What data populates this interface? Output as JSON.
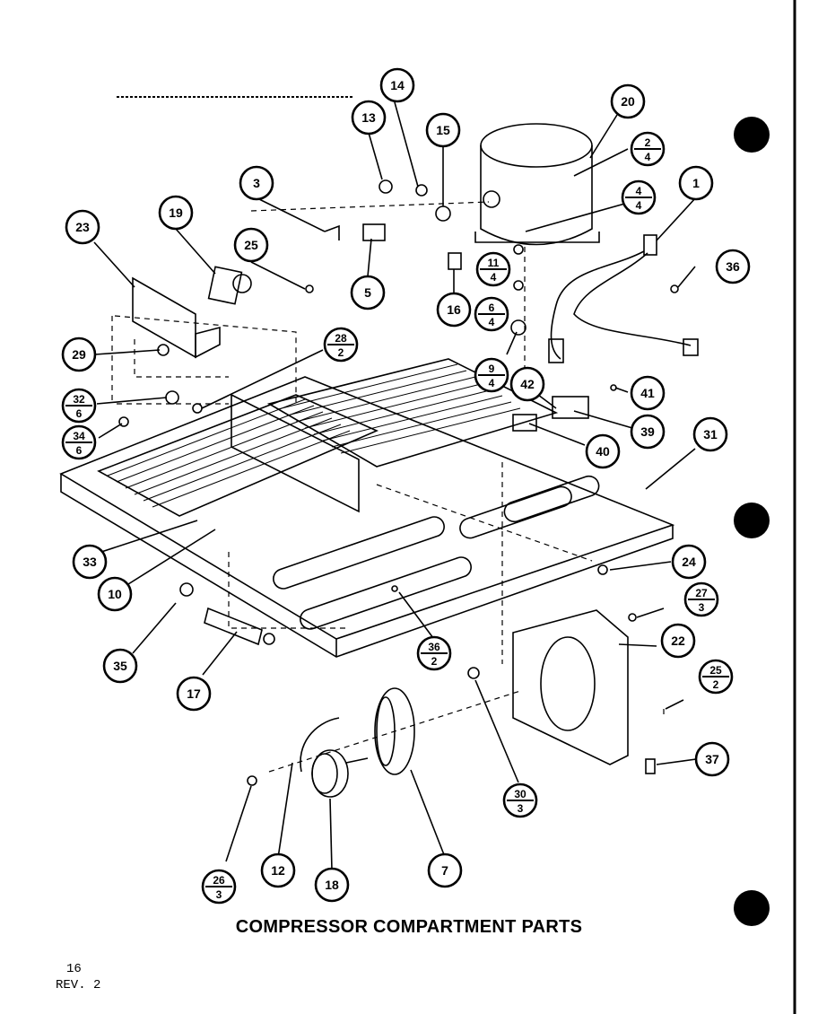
{
  "title": "COMPRESSOR COMPARTMENT PARTS",
  "page_number": "16",
  "revision": "REV. 2",
  "callouts": [
    {
      "id": "c1",
      "label": "1"
    },
    {
      "id": "c2",
      "label": "2",
      "sub": "4"
    },
    {
      "id": "c3",
      "label": "3"
    },
    {
      "id": "c4",
      "label": "4",
      "sub": "4"
    },
    {
      "id": "c5",
      "label": "5"
    },
    {
      "id": "c6",
      "label": "6",
      "sub": "4"
    },
    {
      "id": "c7",
      "label": "7"
    },
    {
      "id": "c9",
      "label": "9",
      "sub": "4"
    },
    {
      "id": "c10",
      "label": "10"
    },
    {
      "id": "c11",
      "label": "11",
      "sub": "4"
    },
    {
      "id": "c12",
      "label": "12"
    },
    {
      "id": "c13",
      "label": "13"
    },
    {
      "id": "c14",
      "label": "14"
    },
    {
      "id": "c15",
      "label": "15"
    },
    {
      "id": "c16",
      "label": "16"
    },
    {
      "id": "c17",
      "label": "17"
    },
    {
      "id": "c18",
      "label": "18"
    },
    {
      "id": "c19",
      "label": "19"
    },
    {
      "id": "c20",
      "label": "20"
    },
    {
      "id": "c22",
      "label": "22"
    },
    {
      "id": "c23",
      "label": "23"
    },
    {
      "id": "c24",
      "label": "24"
    },
    {
      "id": "c25a",
      "label": "25"
    },
    {
      "id": "c25b",
      "label": "25",
      "sub": "2"
    },
    {
      "id": "c26",
      "label": "26",
      "sub": "3"
    },
    {
      "id": "c27",
      "label": "27",
      "sub": "3"
    },
    {
      "id": "c28",
      "label": "28",
      "sub": "2"
    },
    {
      "id": "c29",
      "label": "29"
    },
    {
      "id": "c30",
      "label": "30",
      "sub": "3"
    },
    {
      "id": "c31",
      "label": "31"
    },
    {
      "id": "c32",
      "label": "32",
      "sub": "6"
    },
    {
      "id": "c33",
      "label": "33"
    },
    {
      "id": "c34",
      "label": "34",
      "sub": "6"
    },
    {
      "id": "c35",
      "label": "35"
    },
    {
      "id": "c36a",
      "label": "36"
    },
    {
      "id": "c36b",
      "label": "36",
      "sub": "2"
    },
    {
      "id": "c37",
      "label": "37"
    },
    {
      "id": "c39",
      "label": "39"
    },
    {
      "id": "c40",
      "label": "40"
    },
    {
      "id": "c41",
      "label": "41"
    },
    {
      "id": "c42",
      "label": "42"
    }
  ]
}
